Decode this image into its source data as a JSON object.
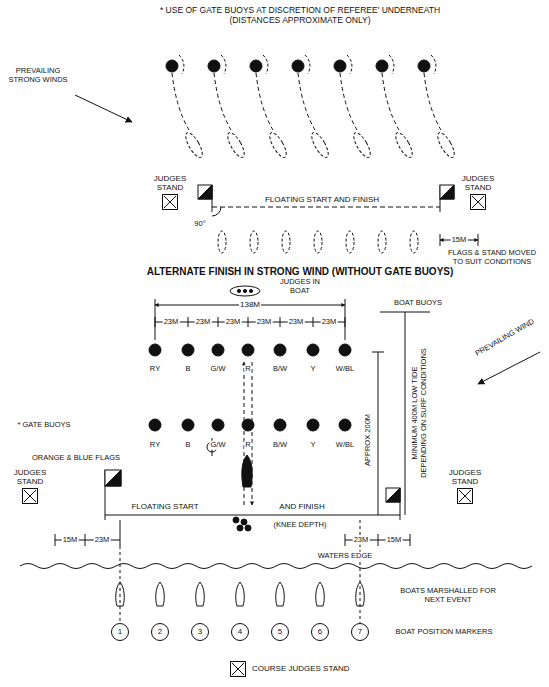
{
  "diagram": {
    "nodes": [
      {
        "text": [
          "JUDGES STAND"
        ]
      },
      {
        "text": [
          "JUDGES STAND"
        ]
      },
      {
        "text": [
          "JUDGES STAND"
        ]
      },
      {
        "text": [
          "JUDGES STAND"
        ]
      },
      {
        "text": [
          "1"
        ]
      },
      {
        "text": [
          "2"
        ]
      },
      {
        "text": [
          "3"
        ]
      },
      {
        "text": [
          "4"
        ]
      },
      {
        "text": [
          "5"
        ]
      },
      {
        "text": [
          "6"
        ]
      },
      {
        "text": [
          "7"
        ]
      },
      {
        "text": [
          "COURSE JUDGES STAND"
        ]
      }
    ],
    "labels": [
      "* USE OF GATE BUOYS AT DISCRETION OF REFEREE' UNDERNEATH (DISTANCES APPROXIMATE ONLY)",
      "PREVAILING STRONG WINDS",
      "90°",
      "FLOATING START AND FINISH",
      "15M",
      "FLAGS & STAND MOVED TO SUIT CONDITIONS",
      "ALTERNATE FINISH IN STRONG WIND (WITHOUT GATE BUOYS)",
      "JUDGES IN BOAT",
      "138M",
      "23M",
      "23M",
      "23M",
      "23M",
      "23M",
      "23M",
      "BOAT BUOYS",
      "RY",
      "B",
      "G/W",
      "R",
      "B/W",
      "Y",
      "W/BL",
      "PREVAILING WIND",
      "* GATE BUOYS",
      "RY",
      "B",
      "G/W",
      "R",
      "B/W",
      "Y",
      "W/BL",
      "MINIMUM 400M LOW TIDE DEPENDING ON SURF CONDITIONS",
      "APPROX 200M",
      "ORANGE & BLUE FLAGS",
      "FLOATING START",
      "AND FINISH",
      "(KNEE DEPTH)",
      "15M",
      "23M",
      "23M",
      "15M",
      "WATERS EDGE",
      "BOATS MARSHALLED FOR NEXT EVENT",
      "BOAT POSITION MARKERS"
    ]
  }
}
